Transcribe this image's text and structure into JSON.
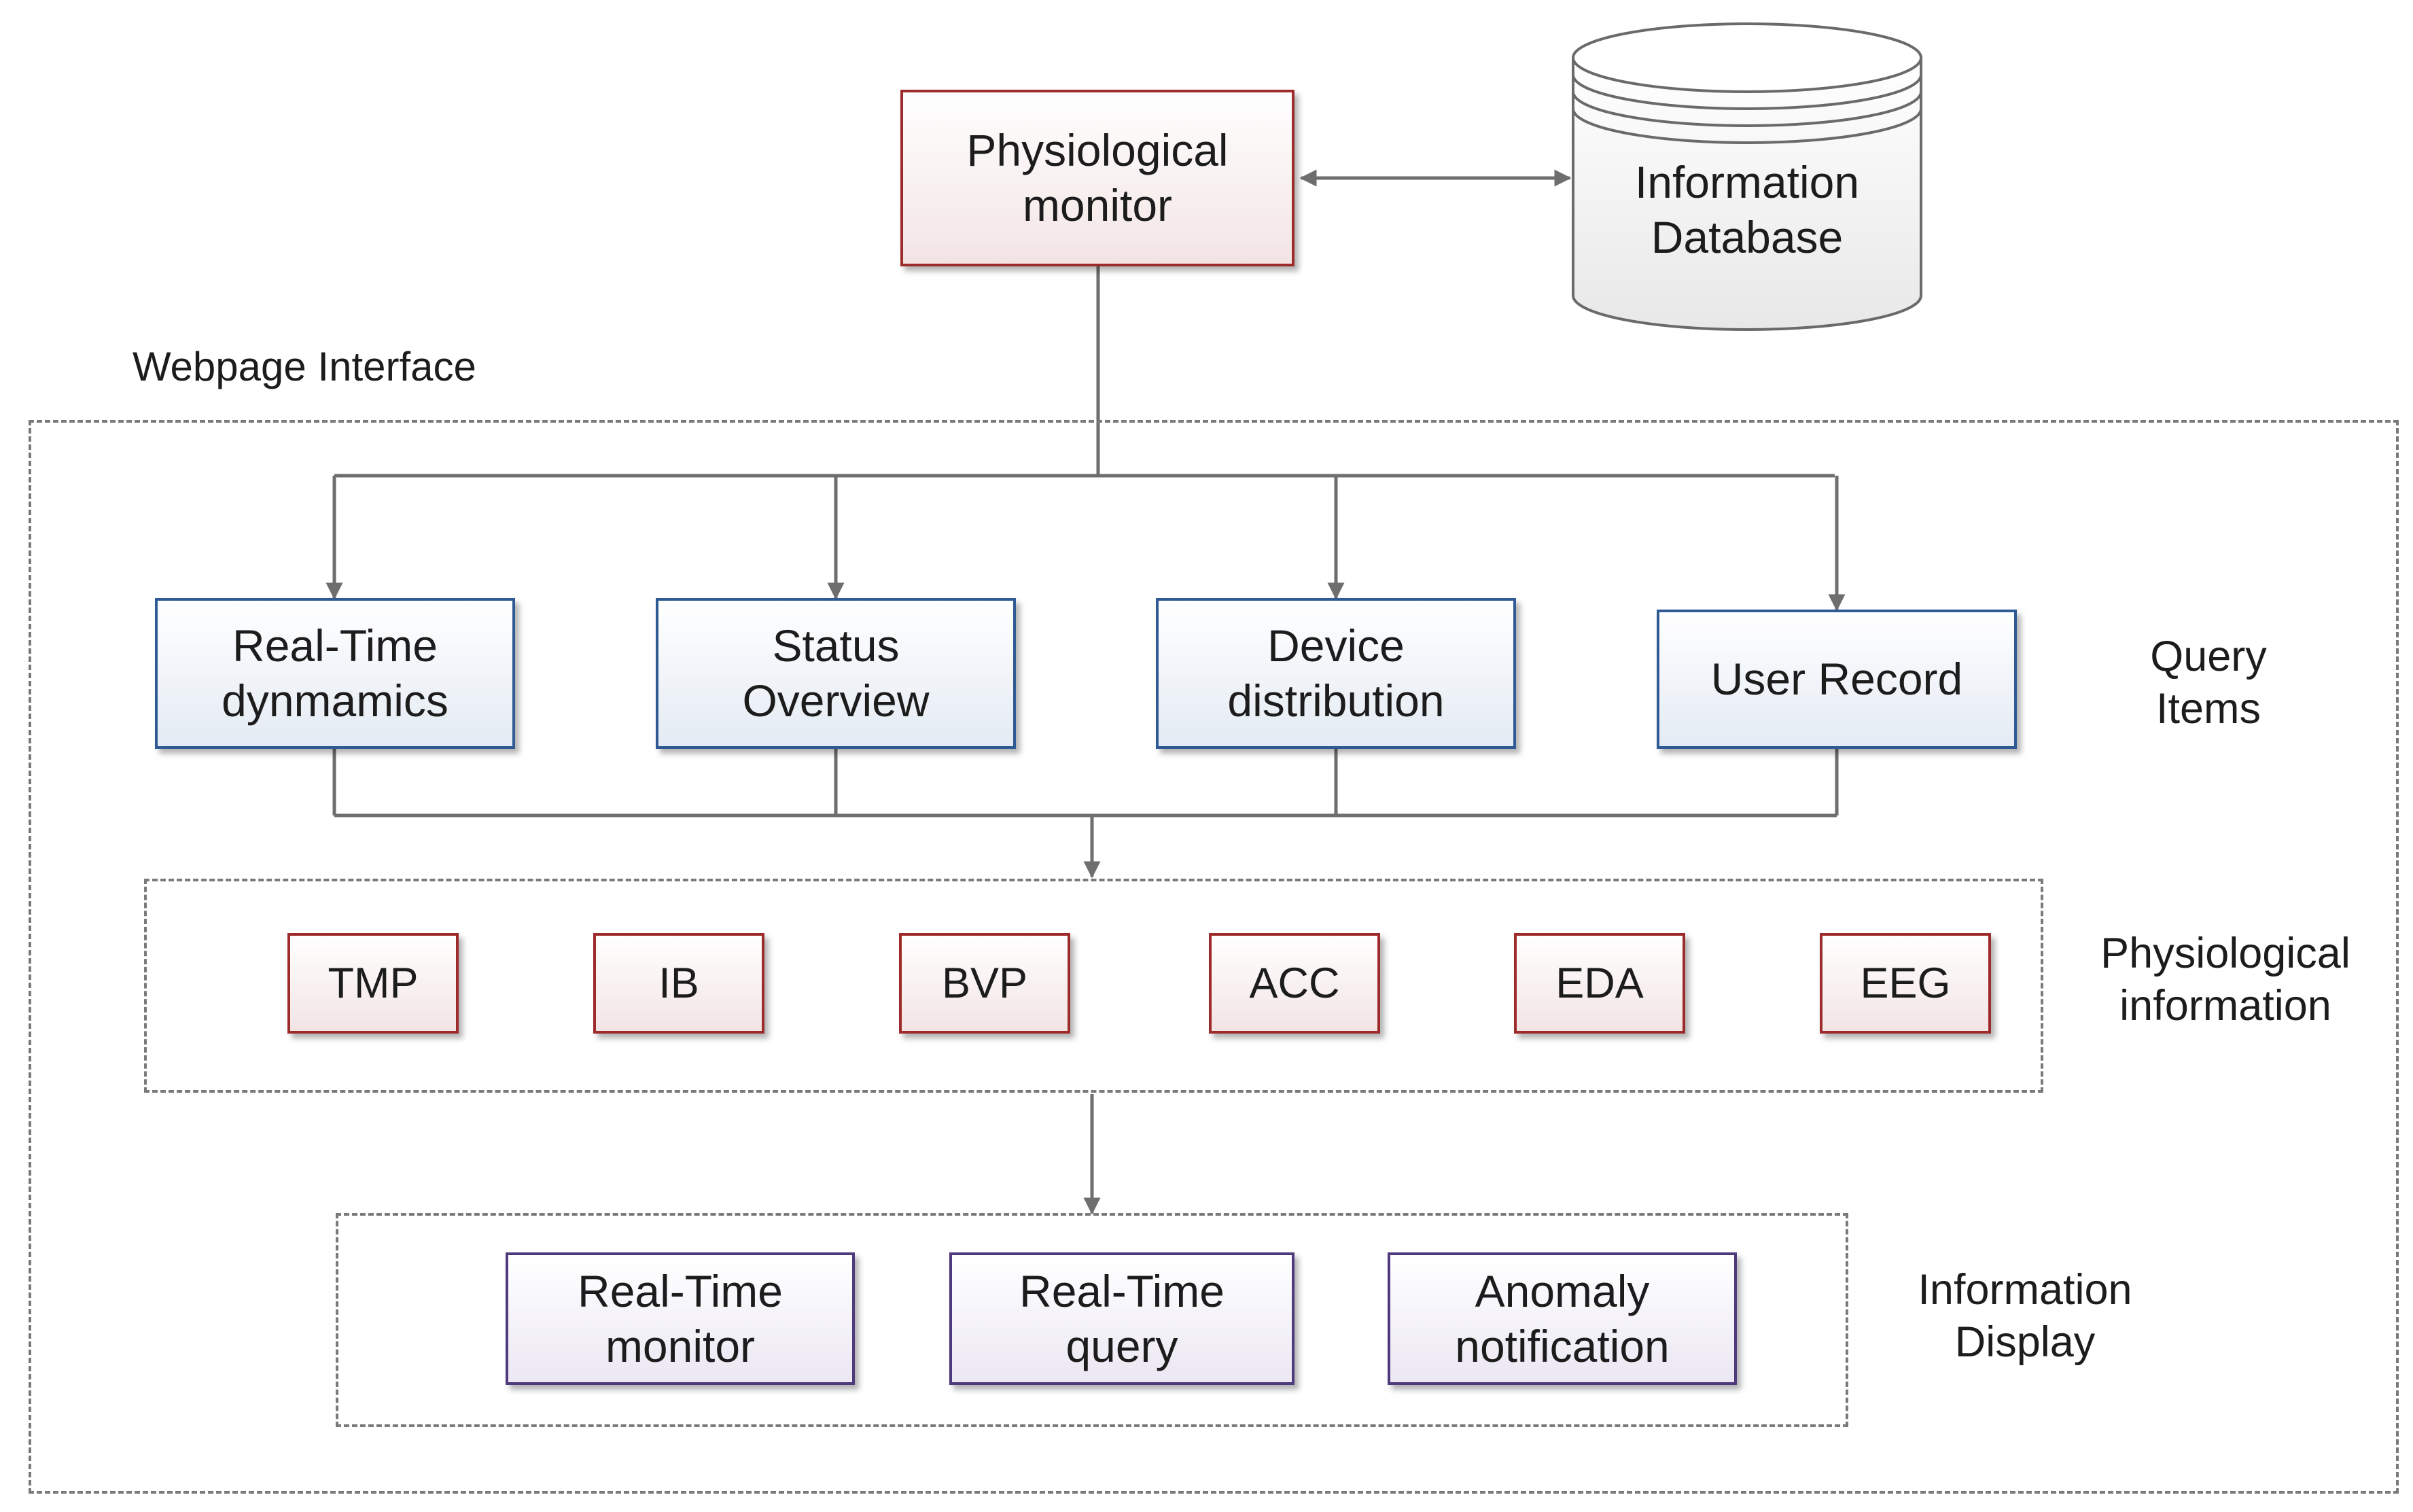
{
  "monitor": {
    "label": "Physiological\nmonitor"
  },
  "database": {
    "label": "Information\nDatabase"
  },
  "interface": {
    "title": "Webpage Interface"
  },
  "query_items": [
    {
      "label": "Real-Time\ndynmamics"
    },
    {
      "label": "Status\nOverview"
    },
    {
      "label": "Device\ndistribution"
    },
    {
      "label": "User Record"
    }
  ],
  "physio_items": [
    {
      "label": "TMP"
    },
    {
      "label": "IB"
    },
    {
      "label": "BVP"
    },
    {
      "label": "ACC"
    },
    {
      "label": "EDA"
    },
    {
      "label": "EEG"
    }
  ],
  "display_items": [
    {
      "label": "Real-Time\nmonitor"
    },
    {
      "label": "Real-Time\nquery"
    },
    {
      "label": "Anomaly\nnotification"
    }
  ],
  "side_labels": {
    "query": "Query\nItems",
    "physio": "Physiological\ninformation",
    "display": "Information\nDisplay"
  },
  "colors": {
    "monitor_border": "#9e2b2b",
    "query_border": "#2f5a94",
    "display_border": "#4f3a7e",
    "connector": "#6e6e6e"
  }
}
